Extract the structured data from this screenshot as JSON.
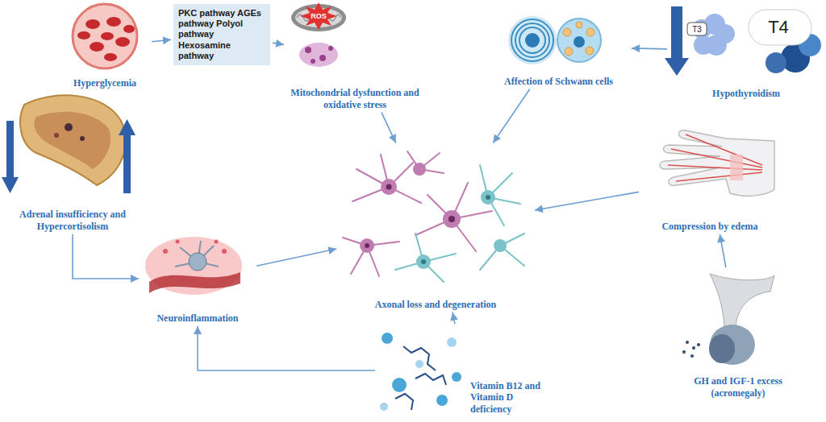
{
  "diagram": {
    "nodes": [
      {
        "text": [
          "Hyperglycemia"
        ]
      },
      {
        "text": [
          "PKC pathway AGEs pathway Polyol pathway Hexosamine pathway"
        ]
      },
      {
        "text": [
          "Mitochondrial dysfunction and oxidative stress"
        ]
      },
      {
        "text": [
          "Affection of Schwann cells"
        ]
      },
      {
        "text": [
          "Hypothyroidism"
        ]
      },
      {
        "text": [
          "Adrenal insufficiency and Hypercortisolism"
        ]
      },
      {
        "text": [
          "Neuroinflammation"
        ]
      },
      {
        "text": [
          "Axonal loss and degeneration"
        ]
      },
      {
        "text": [
          "Compression by edema"
        ]
      },
      {
        "text": [
          "Vitamin B12 and Vitamin D deficiency"
        ]
      },
      {
        "text": [
          "GH and IGF-1 excess (acromegaly)"
        ]
      }
    ],
    "edges": [
      {
        "from": 0,
        "to": 1,
        "arrow": "to"
      },
      {
        "from": 1,
        "to": 2,
        "arrow": "to"
      },
      {
        "from": 2,
        "to": 7,
        "arrow": "to"
      },
      {
        "from": 4,
        "to": 3,
        "arrow": "to"
      },
      {
        "from": 3,
        "to": 7,
        "arrow": "to"
      },
      {
        "from": 5,
        "to": 6,
        "arrow": "to"
      },
      {
        "from": 6,
        "to": 7,
        "arrow": "to"
      },
      {
        "from": 8,
        "to": 7,
        "arrow": "to"
      },
      {
        "from": 10,
        "to": 8,
        "arrow": "to"
      },
      {
        "from": 9,
        "to": 7,
        "arrow": "to"
      },
      {
        "from": 9,
        "to": 6,
        "arrow": "to"
      }
    ],
    "labels": [
      "ROS",
      "T3",
      "T4"
    ]
  }
}
